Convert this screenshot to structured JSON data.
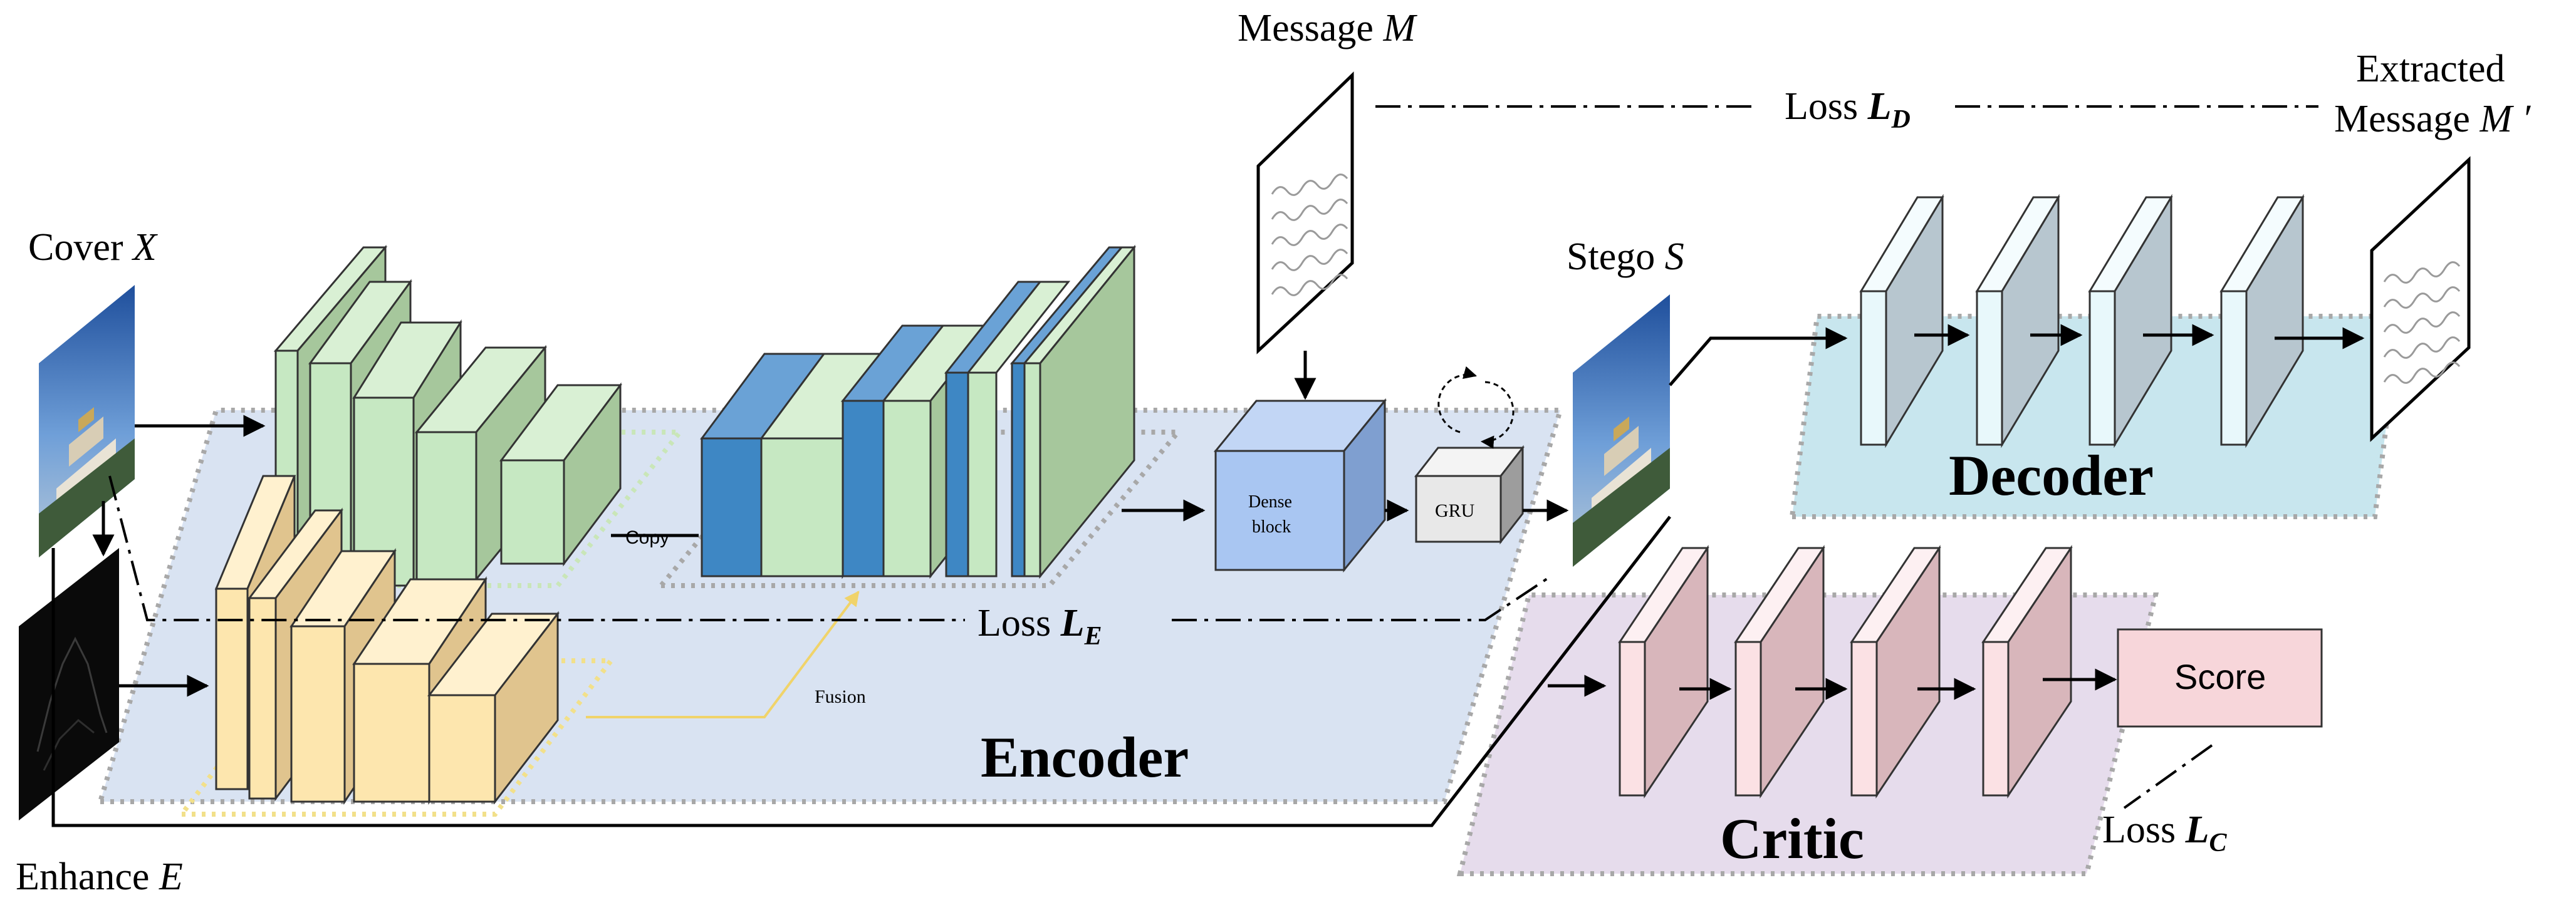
{
  "labels": {
    "cover": "Cover",
    "cover_sym": "X",
    "enhance": "Enhance",
    "enhance_sym": "E",
    "message": "Message",
    "message_sym": "M",
    "stego": "Stego",
    "stego_sym": "S",
    "extracted_line1": "Extracted",
    "extracted_line2": "Message",
    "extracted_sym": "M ′",
    "copy": "Copy",
    "fusion": "Fusion",
    "dense_line1": "Dense",
    "dense_line2": "block",
    "gru": "GRU",
    "score": "Score"
  },
  "losses": {
    "prefix": "Loss",
    "sym": "L",
    "loss_e": "E",
    "loss_d": "D",
    "loss_c": "C"
  },
  "modules": {
    "encoder": "Encoder",
    "decoder": "Decoder",
    "critic": "Critic"
  },
  "colors": {
    "encoder_plane": "#d9e3f2",
    "decoder_plane": "#c8e6ee",
    "critic_plane": "#e6dcec",
    "green_block": "#c6e8c2",
    "green_block_side": "#a6c79c",
    "yellow_block": "#fde6ae",
    "yellow_block_side": "#e0c48e",
    "blue_block": "#3e87c4",
    "dense_block": "#a9c6f2",
    "decoder_block": "#e8f8fb",
    "decoder_block_side": "#b7c6cf",
    "critic_block": "#fbe1e4",
    "critic_block_side": "#d8b6bb",
    "score_box": "#f7d6da"
  }
}
